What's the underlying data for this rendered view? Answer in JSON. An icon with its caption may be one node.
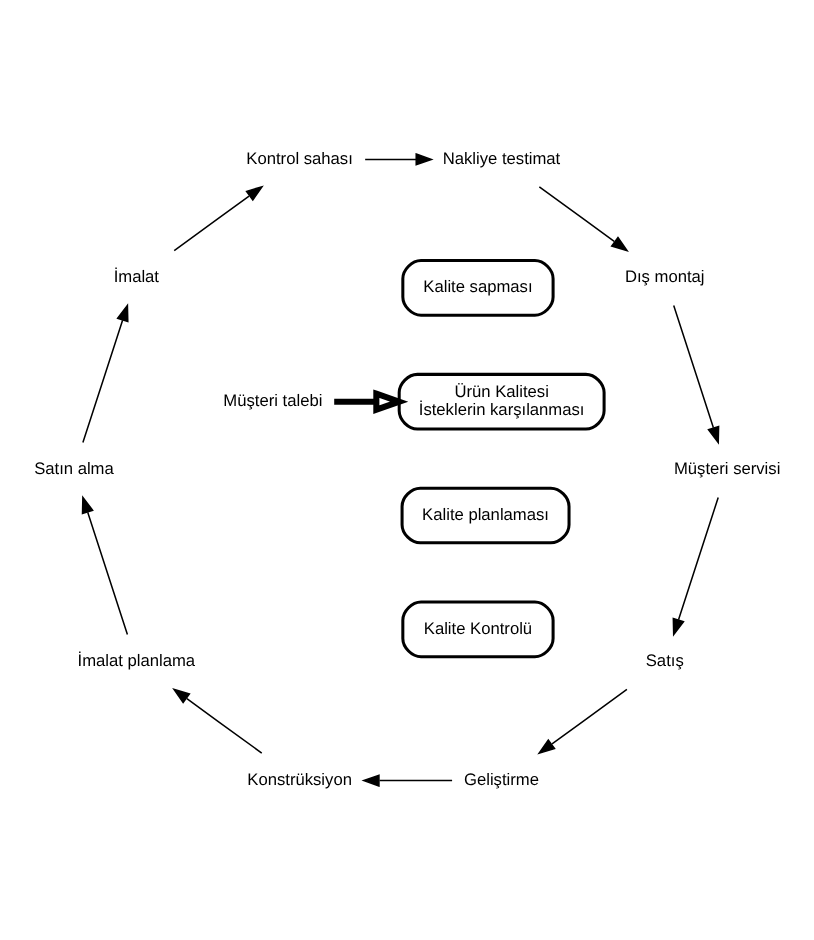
{
  "diagram": {
    "nodes": [
      {
        "text": [
          "Müşteri talebi"
        ]
      },
      {
        "text": [
          "Ürün Kalitesi",
          "İsteklerin karşılanması"
        ]
      },
      {
        "text": [
          "Kalite planlaması"
        ]
      },
      {
        "text": [
          "Kalite sapması"
        ]
      },
      {
        "text": [
          "Kalite Kontrolü"
        ]
      },
      {
        "text": [
          "Satış"
        ]
      },
      {
        "text": [
          "Geliştirme"
        ]
      },
      {
        "text": [
          "Müşteri servisi"
        ]
      },
      {
        "text": [
          "Konstrüksiyon"
        ]
      },
      {
        "text": [
          "Dış montaj"
        ]
      },
      {
        "text": [
          "İmalat planlama"
        ]
      },
      {
        "text": [
          "Nakliye testimat"
        ]
      },
      {
        "text": [
          "Satın alma"
        ]
      },
      {
        "text": [
          "Kontrol sahası"
        ]
      },
      {
        "text": [
          "İmalat"
        ]
      }
    ],
    "edges": [
      {
        "from": 0,
        "to": 1,
        "arrow": "to",
        "style": "thick"
      },
      {
        "from": 5,
        "to": 6,
        "arrow": "to"
      },
      {
        "from": 6,
        "to": 8,
        "arrow": "to"
      },
      {
        "from": 8,
        "to": 10,
        "arrow": "to"
      },
      {
        "from": 10,
        "to": 12,
        "arrow": "to"
      },
      {
        "from": 12,
        "to": 14,
        "arrow": "to"
      },
      {
        "from": 14,
        "to": 13,
        "arrow": "to"
      },
      {
        "from": 13,
        "to": 11,
        "arrow": "to"
      },
      {
        "from": 11,
        "to": 9,
        "arrow": "to"
      },
      {
        "from": 9,
        "to": 7,
        "arrow": "to"
      },
      {
        "from": 7,
        "to": 5,
        "arrow": "to"
      }
    ]
  }
}
